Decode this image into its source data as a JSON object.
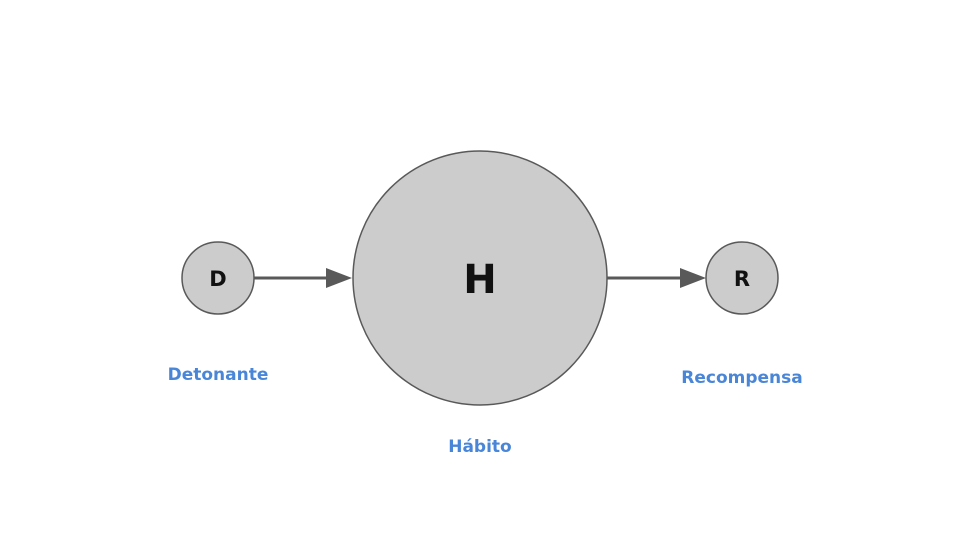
{
  "nodes": {
    "trigger": {
      "letter": "D",
      "caption": "Detonante"
    },
    "habit": {
      "letter": "H",
      "caption": "Hábito"
    },
    "reward": {
      "letter": "R",
      "caption": "Recompensa"
    }
  },
  "colors": {
    "node_fill": "#cccccc",
    "node_stroke": "#595959",
    "arrow": "#595959",
    "caption": "#4a86d8",
    "letter": "#111111"
  }
}
